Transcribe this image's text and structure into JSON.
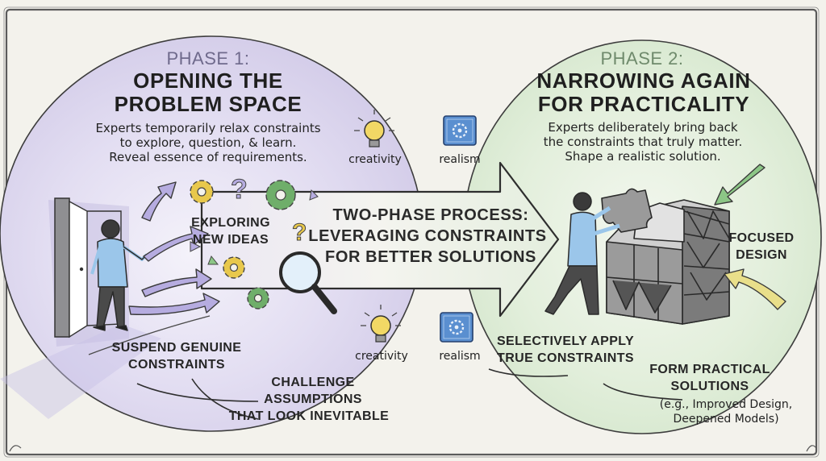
{
  "colors": {
    "background": "#f3f2ec",
    "phase1_fill": "#d9d3ec",
    "phase2_fill": "#dcebd6",
    "phase1_label": "#6f6a8c",
    "phase2_label": "#6f8a6c",
    "gear_yellow": "#e8c84c",
    "gear_green": "#6fae6a",
    "arrow_lavender": "#b6ace0",
    "arrow_green": "#8cc686",
    "arrow_yellow": "#e9df8a",
    "blueprint": "#5a8fd0"
  },
  "icons": [
    "lightbulb-icon",
    "blueprint-gear-icon",
    "gear-icon",
    "question-mark-icon",
    "magnifying-glass-icon",
    "door-icon",
    "puzzle-piece-icon"
  ],
  "phase1": {
    "label": "PHASE 1:",
    "title_line1": "OPENING THE",
    "title_line2": "PROBLEM SPACE",
    "desc_line1": "Experts temporarily relax constraints",
    "desc_line2": "to explore, question, & learn.",
    "desc_line3": "Reveal essence of requirements.",
    "exploring_line1": "EXPLORING",
    "exploring_line2": "NEW IDEAS",
    "suspend_line1": "SUSPEND GENUINE",
    "suspend_line2": "CONSTRAINTS",
    "challenge_line1": "CHALLENGE",
    "challenge_line2": "ASSUMPTIONS",
    "challenge_line3": "THAT LOOK INEVITABLE"
  },
  "center": {
    "title_line1": "TWO-PHASE PROCESS:",
    "title_line2": "LEVERAGING CONSTRAINTS",
    "title_line3": "FOR BETTER SOLUTIONS",
    "creativity_top": "creativity",
    "realism_top": "realism",
    "creativity_bottom": "creativity",
    "realism_bottom": "realism"
  },
  "phase2": {
    "label": "PHASE 2:",
    "title_line1": "NARROWING AGAIN",
    "title_line2": "FOR PRACTICALITY",
    "desc_line1": "Experts deliberately bring back",
    "desc_line2": "the constraints that truly matter.",
    "desc_line3": "Shape a realistic solution.",
    "focused_line1": "FOCUSED",
    "focused_line2": "DESIGN",
    "selectively_line1": "SELECTIVELY APPLY",
    "selectively_line2": "TRUE CONSTRAINTS",
    "form_line1": "FORM PRACTICAL",
    "form_line2": "SOLUTIONS",
    "form_line3": "(e.g., Improved Design,",
    "form_line4": "Deepened Models)"
  }
}
